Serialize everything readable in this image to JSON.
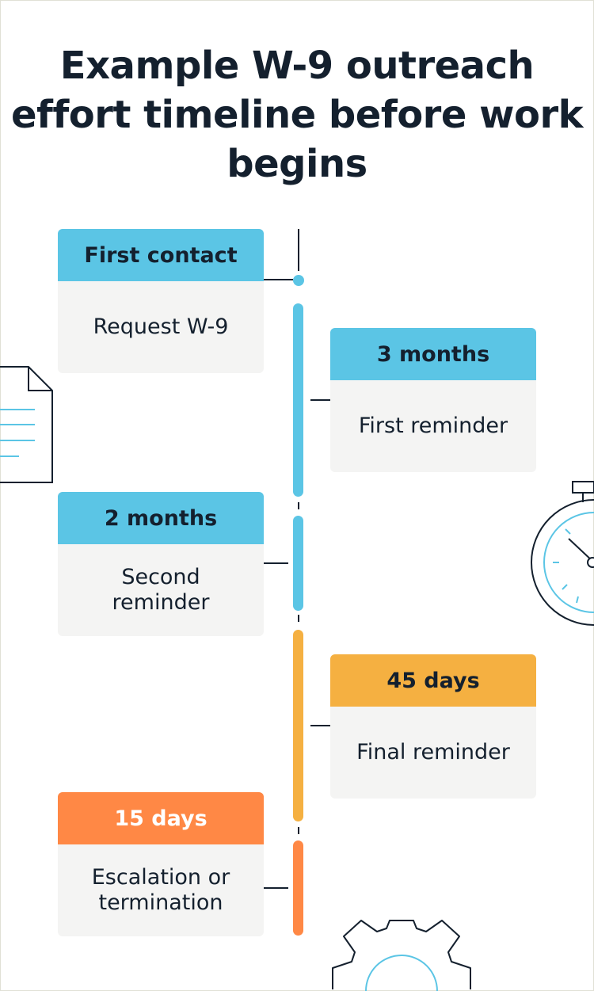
{
  "title": "Example W-9 outreach effort timeline before work begins",
  "steps": [
    {
      "heading": "First contact",
      "body": "Request W-9"
    },
    {
      "heading": "3 months",
      "body": "First reminder"
    },
    {
      "heading": "2 months",
      "body": "Second reminder"
    },
    {
      "heading": "45 days",
      "body": "Final reminder"
    },
    {
      "heading": "15 days",
      "body": "Escalation or termination"
    }
  ],
  "colors": {
    "navy": "#14202e",
    "blue": "#5bc5e5",
    "yellow": "#f5b041",
    "orange": "#ff8845",
    "card_bg": "#f4f4f3"
  },
  "icons": [
    "document-icon",
    "stopwatch-icon",
    "gear-icon"
  ]
}
